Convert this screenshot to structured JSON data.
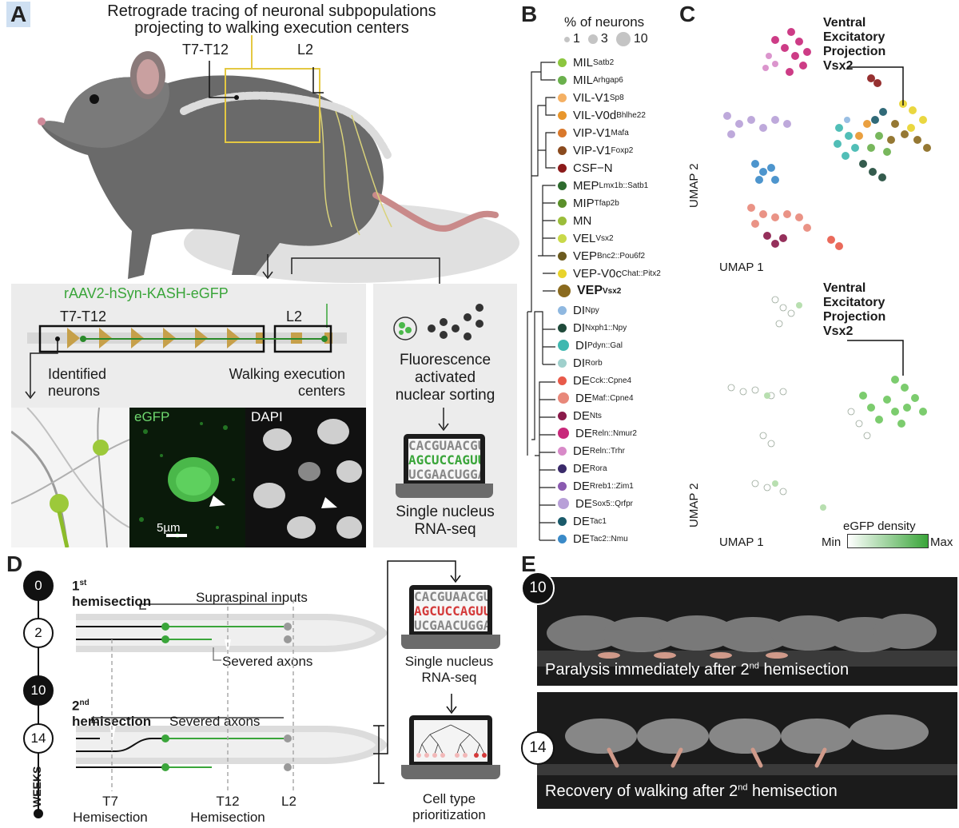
{
  "panel_labels": {
    "a": "A",
    "b": "B",
    "c": "C",
    "d": "D",
    "e": "E"
  },
  "panel_a": {
    "title_line1": "Retrograde tracing of neuronal subpopulations",
    "title_line2": "projecting to walking execution centers",
    "label_t7t12": "T7-T12",
    "label_l2": "L2",
    "virus": "rAAV2-hSyn-KASH-eGFP",
    "spine_t7t12": "T7-T12",
    "spine_l2": "L2",
    "identified_line1": "Identified",
    "identified_line2": "neurons",
    "walking_line1": "Walking execution",
    "walking_line2": "centers",
    "egfp": "eGFP",
    "dapi": "DAPI",
    "scalebar": "5µm",
    "facs_line1": "Fluorescence",
    "facs_line2": "activated",
    "facs_line3": "nuclear sorting",
    "seq_line1": "Single nucleus",
    "seq_line2": "RNA-seq",
    "screen_line1": "CACGUAACGU",
    "screen_line2": "AGCUCCAGUU",
    "screen_line3": "UCGAACUGGA"
  },
  "panel_b": {
    "legend_title": "% of neurons",
    "legend_sizes": [
      "1",
      "3",
      "10"
    ],
    "items": [
      {
        "base": "MIL",
        "sup": "Satb2",
        "color": "#8cc63f"
      },
      {
        "base": "MIL",
        "sup": "Arhgap6",
        "color": "#6ab04c"
      },
      {
        "base": "VIL-V1",
        "sup": "Sp8",
        "color": "#f4b063"
      },
      {
        "base": "VIL-V0d",
        "sup": "Bhlhe22",
        "color": "#e8962c"
      },
      {
        "base": "VIP-V1",
        "sup": "Mafa",
        "color": "#d9782b"
      },
      {
        "base": "VIP-V1",
        "sup": "Foxp2",
        "color": "#8a4a1e"
      },
      {
        "base": "CSF−N",
        "sup": "",
        "color": "#8b1a1a"
      },
      {
        "base": "MEP",
        "sup": "Lmx1b::Satb1",
        "color": "#2e6b2e"
      },
      {
        "base": "MIP",
        "sup": "Tfap2b",
        "color": "#5a8f2a"
      },
      {
        "base": "MN",
        "sup": "",
        "color": "#9bbd3a"
      },
      {
        "base": "VEL",
        "sup": "Vsx2",
        "color": "#c9d94a"
      },
      {
        "base": "VEP",
        "sup": "Bnc2::Pou6f2",
        "color": "#6b5a1e"
      },
      {
        "base": "VEP-V0c",
        "sup": "Chat::Pitx2",
        "color": "#e8d32c"
      },
      {
        "base": "VEP",
        "sup": "Vsx2",
        "color": "#8a6a1e"
      },
      {
        "base": "DI",
        "sup": "Npy",
        "color": "#8fb8e0"
      },
      {
        "base": "DI",
        "sup": "Nxph1::Npy",
        "color": "#1f4a3a"
      },
      {
        "base": "DI",
        "sup": "Pdyn::Gal",
        "color": "#3fb8b0"
      },
      {
        "base": "DI",
        "sup": "Rorb",
        "color": "#9fd0cc"
      },
      {
        "base": "DE",
        "sup": "Cck::Cpne4",
        "color": "#e85a4a"
      },
      {
        "base": "DE",
        "sup": "Maf::Cpne4",
        "color": "#e8887a"
      },
      {
        "base": "DE",
        "sup": "Nts",
        "color": "#8a1a4a"
      },
      {
        "base": "DE",
        "sup": "Reln::Nmur2",
        "color": "#c8287a"
      },
      {
        "base": "DE",
        "sup": "Reln::Trhr",
        "color": "#d88ac8"
      },
      {
        "base": "DE",
        "sup": "Rora",
        "color": "#3a2a6a"
      },
      {
        "base": "DE",
        "sup": "Rreb1::Zim1",
        "color": "#8a5ab0"
      },
      {
        "base": "DE",
        "sup": "Sox5::Qrfpr",
        "color": "#b8a0d8"
      },
      {
        "base": "DE",
        "sup": "Tac1",
        "color": "#1a5a6a"
      },
      {
        "base": "DE",
        "sup": "Tac2::Nmu",
        "color": "#3a8ac8"
      }
    ]
  },
  "panel_c": {
    "label_vep_line1": "Ventral",
    "label_vep_line2": "Excitatory",
    "label_vep_line3": "Projection",
    "label_vep_line4": "Vsx2",
    "umap1": "UMAP 1",
    "umap2": "UMAP 2",
    "density_title": "eGFP density",
    "density_min": "Min",
    "density_max": "Max"
  },
  "panel_d": {
    "weeks": [
      "0",
      "2",
      "10",
      "14"
    ],
    "weeks_label": "WEEKS",
    "first_hemi_sup": "st",
    "first_hemi_num": "1",
    "first_hemi_word": "hemisection",
    "second_hemi_sup": "nd",
    "second_hemi_num": "2",
    "second_hemi_word": "hemisection",
    "supraspinal": "Supraspinal inputs",
    "severed1": "Severed axons",
    "severed2": "Severed axons",
    "t7_line1": "T7",
    "t7_line2": "Hemisection",
    "t12_line1": "T12",
    "t12_line2": "Hemisection",
    "l2": "L2",
    "seq_line1": "Single nucleus",
    "seq_line2": "RNA-seq",
    "prior_line1": "Cell type",
    "prior_line2": "prioritization",
    "screen_line1": "CACGUAACGU",
    "screen_line2": "AGCUCCAGUU",
    "screen_line3": "UCGAACUGGA"
  },
  "panel_e": {
    "week_top": "10",
    "week_bottom": "14",
    "cap_top_pre": "Paralysis immediately after 2",
    "cap_top_sup": "nd",
    "cap_top_post": " hemisection",
    "cap_bottom_pre": "Recovery of walking after 2",
    "cap_bottom_sup": "nd",
    "cap_bottom_post": " hemisection"
  }
}
